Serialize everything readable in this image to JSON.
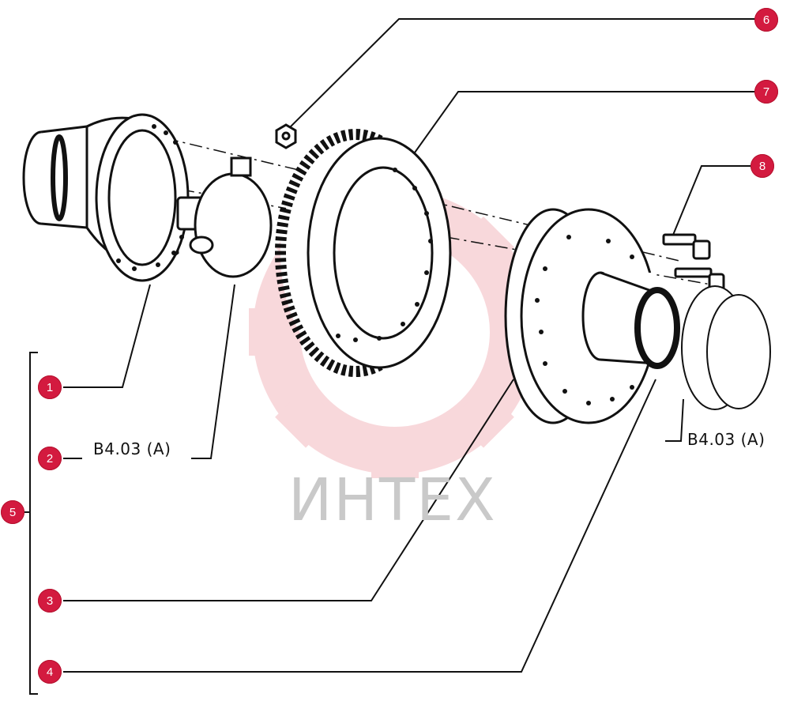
{
  "callouts": [
    {
      "id": "1",
      "label": "1"
    },
    {
      "id": "2",
      "label": "2"
    },
    {
      "id": "3",
      "label": "3"
    },
    {
      "id": "4",
      "label": "4"
    },
    {
      "id": "5",
      "label": "5"
    },
    {
      "id": "6",
      "label": "6"
    },
    {
      "id": "7",
      "label": "7"
    },
    {
      "id": "8",
      "label": "8"
    }
  ],
  "references": {
    "left": "B4.03 (A)",
    "right": "B4.03 (A)"
  },
  "watermark": {
    "text": "ИНТЕХ"
  },
  "colors": {
    "callout": "#d31a3f",
    "line": "#111111",
    "watermark": "#f3b9bf"
  }
}
